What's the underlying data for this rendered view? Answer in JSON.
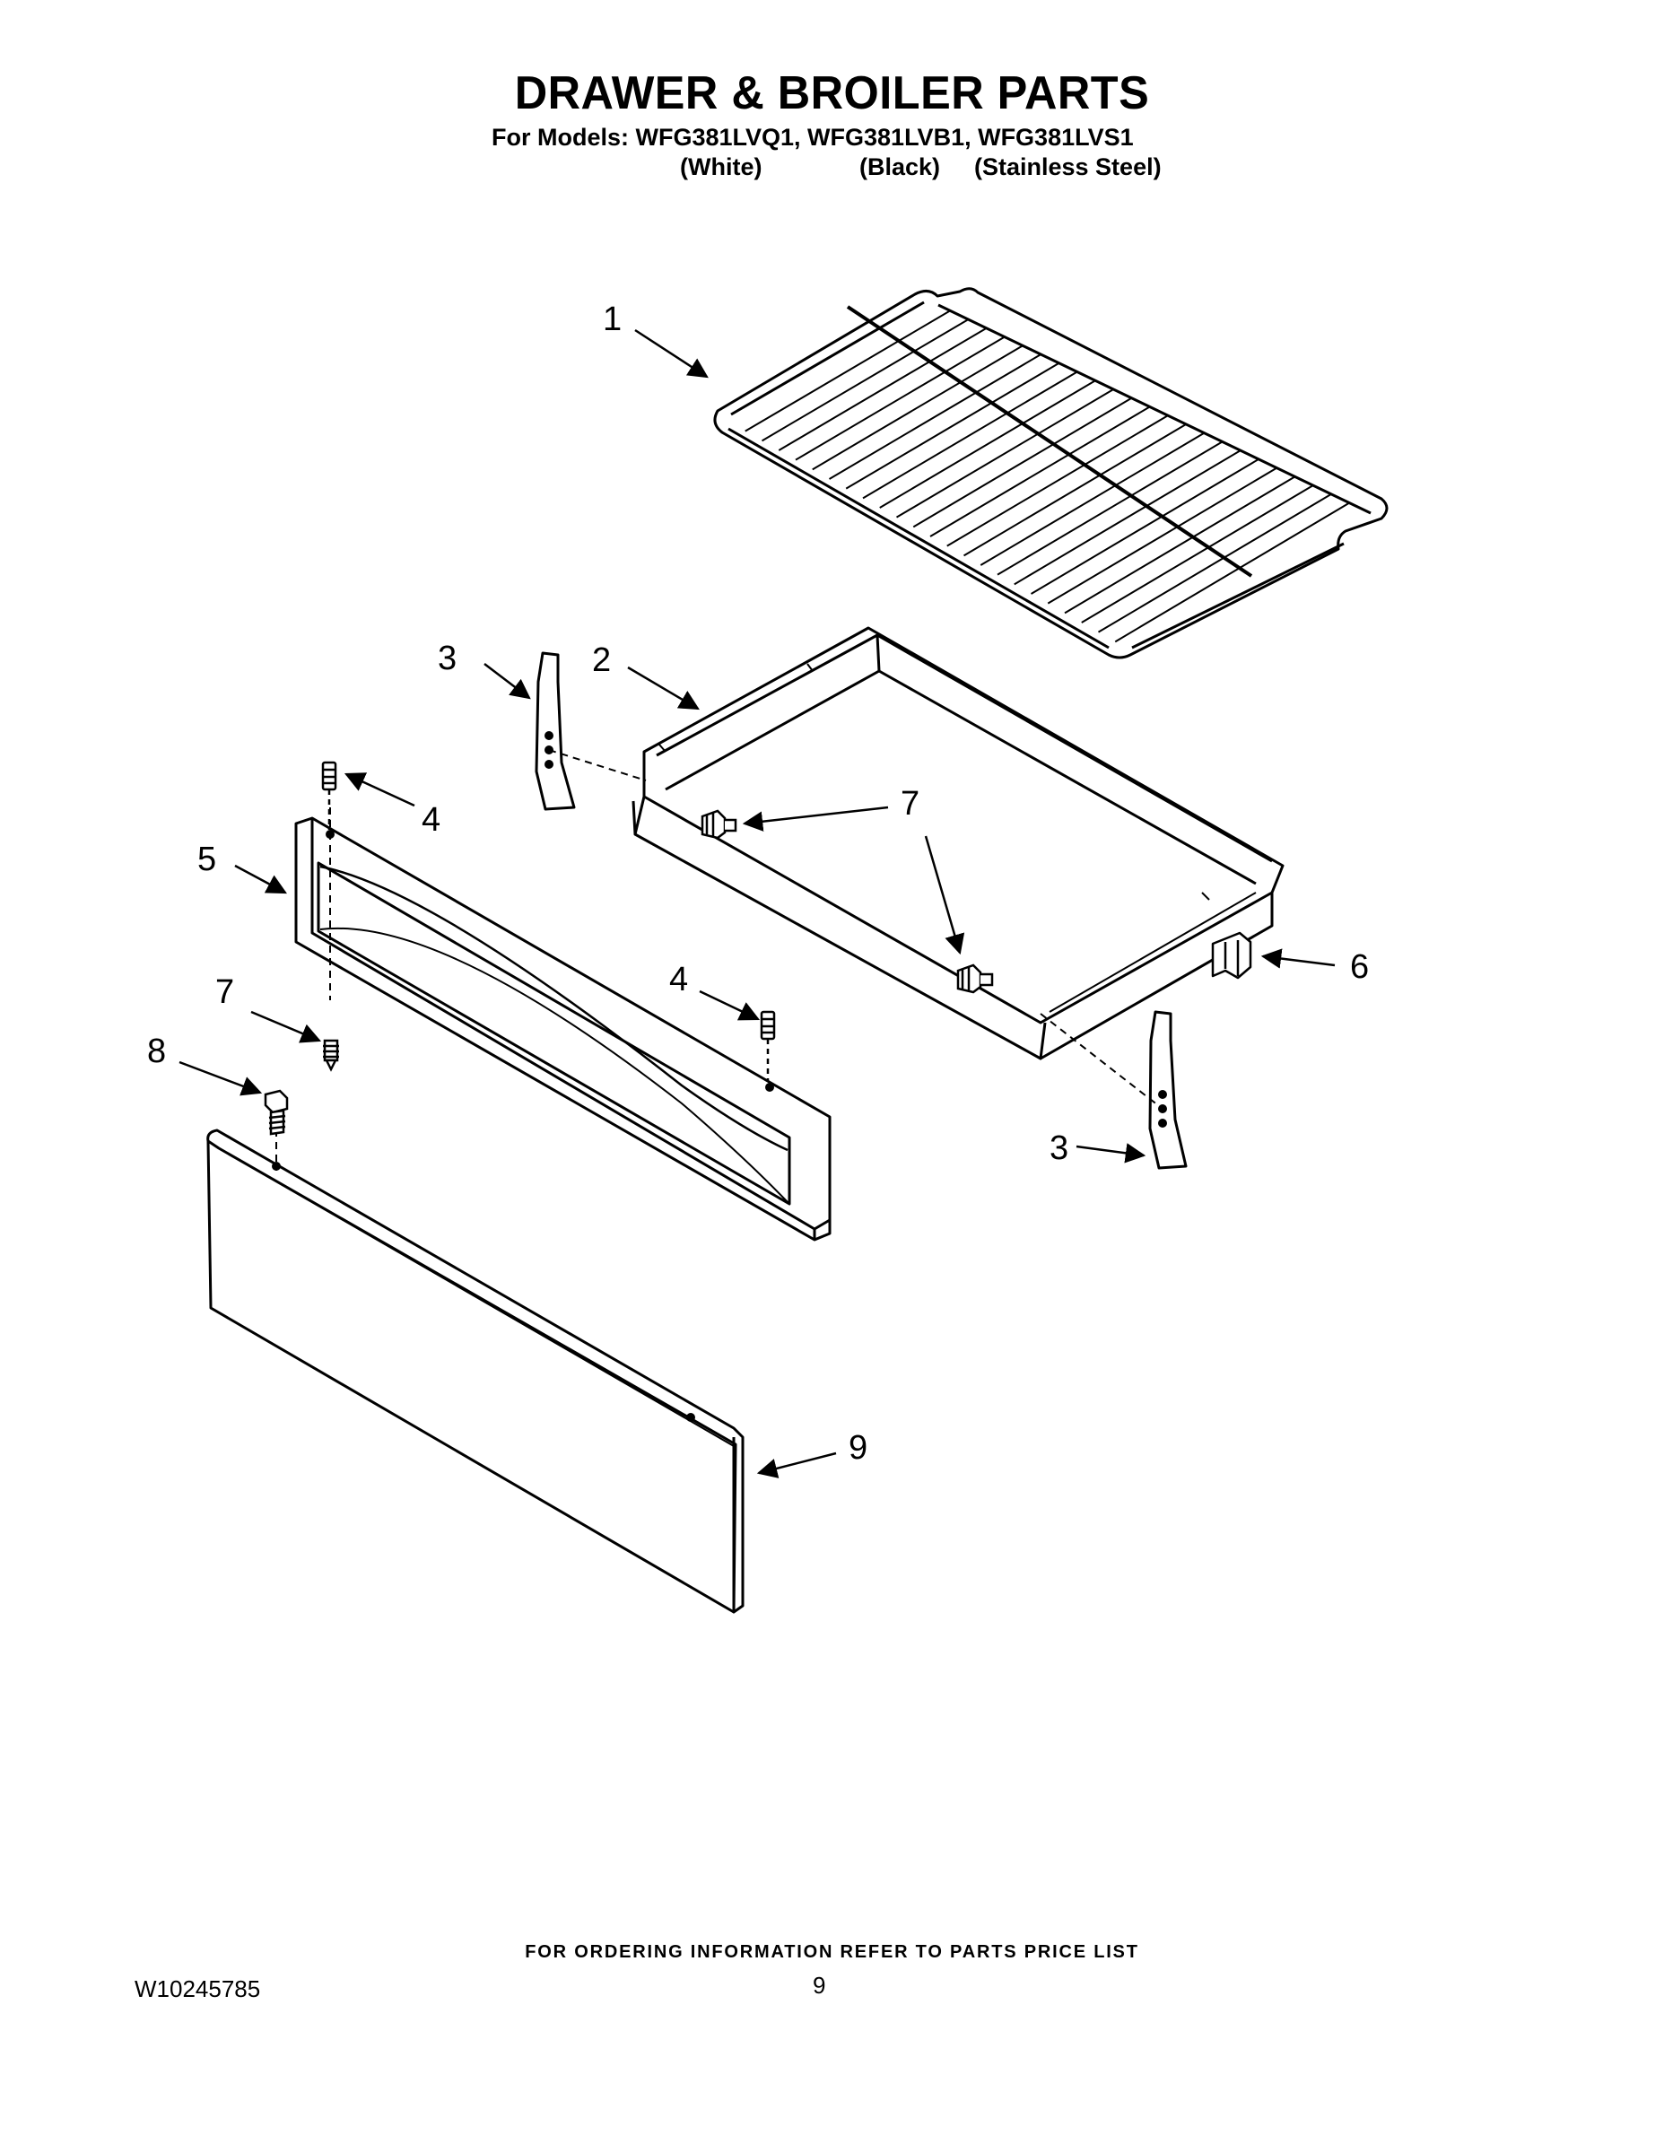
{
  "header": {
    "title": "DRAWER & BROILER PARTS",
    "models_line": "For Models: WFG381LVQ1, WFG381LVB1, WFG381LVS1",
    "colors": [
      "(White)",
      "(Black)",
      "(Stainless Steel)"
    ]
  },
  "callouts": [
    {
      "id": "c1",
      "label": "1"
    },
    {
      "id": "c2",
      "label": "2"
    },
    {
      "id": "c3a",
      "label": "3"
    },
    {
      "id": "c3b",
      "label": "3"
    },
    {
      "id": "c4a",
      "label": "4"
    },
    {
      "id": "c4b",
      "label": "4"
    },
    {
      "id": "c5",
      "label": "5"
    },
    {
      "id": "c6",
      "label": "6"
    },
    {
      "id": "c7a",
      "label": "7"
    },
    {
      "id": "c7b",
      "label": "7"
    },
    {
      "id": "c8",
      "label": "8"
    },
    {
      "id": "c9",
      "label": "9"
    }
  ],
  "footer": {
    "ordering_note": "FOR ORDERING INFORMATION REFER TO PARTS PRICE LIST",
    "document_number": "W10245785",
    "page_number": "9"
  }
}
